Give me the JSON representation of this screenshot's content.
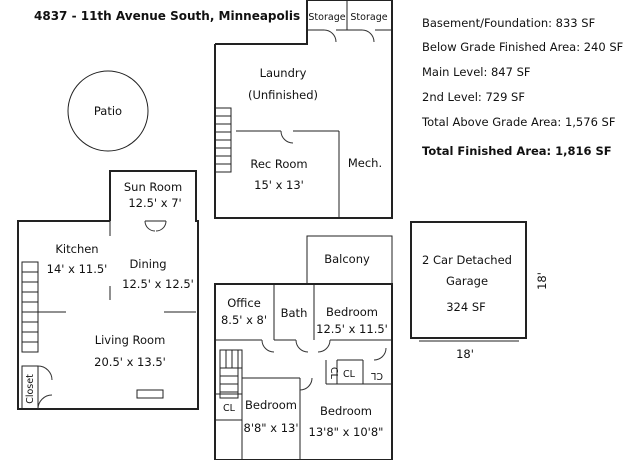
{
  "address": "4837 - 11th Avenue South, Minneapolis",
  "stats": {
    "basement": "Basement/Foundation: 833 SF",
    "below_grade": "Below Grade Finished Area: 240 SF",
    "main": "Main Level: 847 SF",
    "second": "2nd Level: 729 SF",
    "above_grade": "Total Above Grade Area: 1,576 SF",
    "total_finished": "Total Finished Area: 1,816 SF"
  },
  "basement_level": {
    "storage_1": "Storage",
    "storage_2": "Storage",
    "laundry": "Laundry",
    "laundry_note": "(Unfinished)",
    "rec_room": "Rec Room",
    "rec_room_dim": "15' x 13'",
    "mech": "Mech."
  },
  "main_level": {
    "patio": "Patio",
    "sun_room": "Sun Room",
    "sun_room_dim": "12.5' x 7'",
    "kitchen": "Kitchen",
    "kitchen_dim": "14' x 11.5'",
    "dining": "Dining",
    "dining_dim": "12.5' x 12.5'",
    "living_room": "Living Room",
    "living_room_dim": "20.5' x 13.5'",
    "closet": "Closet"
  },
  "second_level": {
    "balcony": "Balcony",
    "office": "Office",
    "office_dim": "8.5' x 8'",
    "bath": "Bath",
    "bedroom_1": "Bedroom",
    "bedroom_1_dim": "12.5' x 11.5'",
    "closet_a": "CL",
    "closet_b": "CL",
    "closet_c": "CL",
    "closet_d": "CL",
    "bedroom_2": "Bedroom",
    "bedroom_2_dim": "8'8\" x 13'",
    "bedroom_3": "Bedroom",
    "bedroom_3_dim": "13'8\" x 10'8\""
  },
  "garage": {
    "label_1": "2 Car Detached",
    "label_2": "Garage",
    "area": "324 SF",
    "width": "18'",
    "depth": "18'"
  }
}
